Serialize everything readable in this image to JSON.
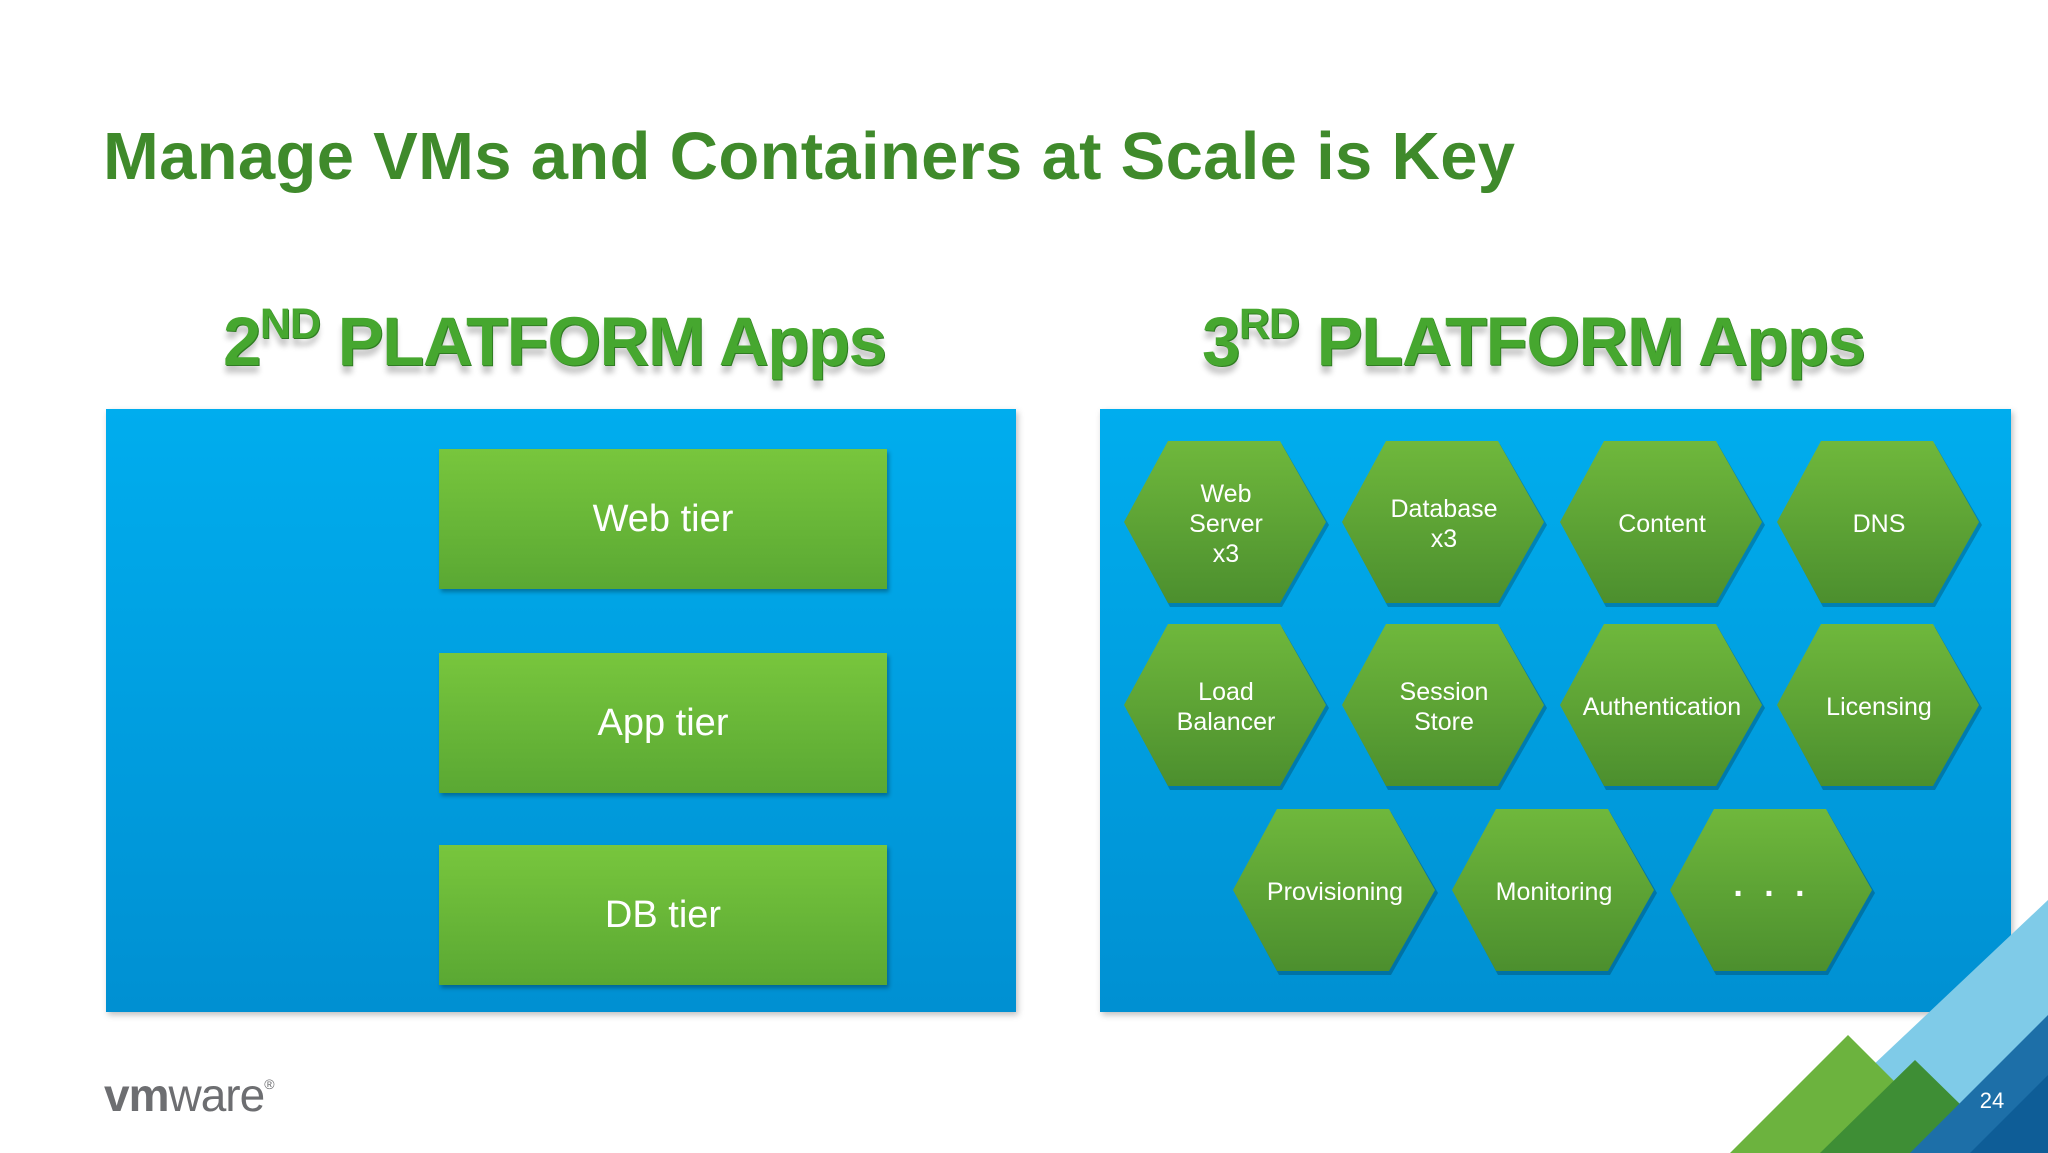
{
  "slide": {
    "title": "Manage VMs and Containers at Scale is Key",
    "page_number": "24"
  },
  "left_section": {
    "heading_main": "2",
    "heading_sup": "ND",
    "heading_rest": " PLATFORM Apps",
    "tiers": [
      "Web tier",
      "App tier",
      "DB tier"
    ]
  },
  "right_section": {
    "heading_main": "3",
    "heading_sup": "RD",
    "heading_rest": " PLATFORM Apps",
    "services": [
      "Web\nServer\nx3",
      "Database\nx3",
      "Content",
      "DNS",
      "Load\nBalancer",
      "Session\nStore",
      "Authentication",
      "Licensing",
      "Provisioning",
      "Monitoring",
      ". . ."
    ]
  },
  "logo": {
    "vm": "vm",
    "ware": "ware",
    "registered": "®"
  },
  "colors": {
    "title_green": "#3f8a2b",
    "panel_blue": "#00adee",
    "box_green": "#6cbf3a",
    "hex_green": "#5da234"
  }
}
